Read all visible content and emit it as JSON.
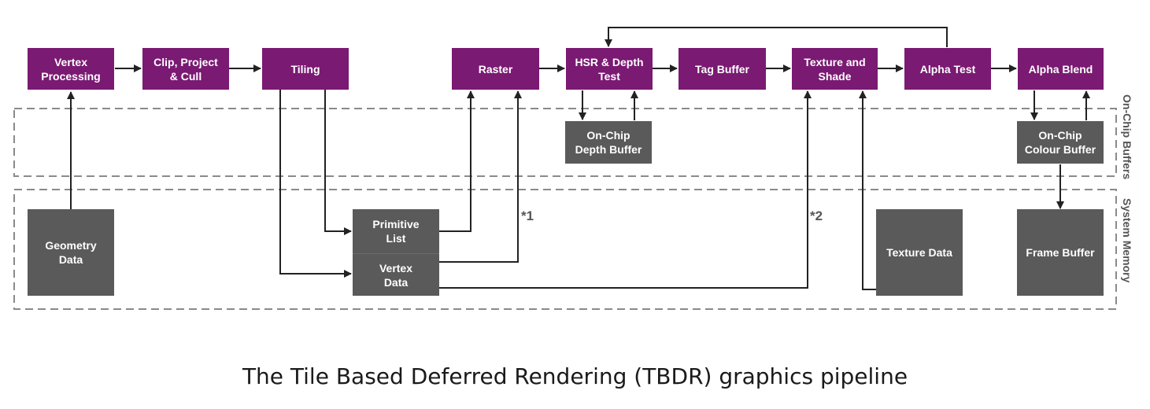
{
  "caption": "The Tile Based Deferred Rendering (TBDR) graphics pipeline",
  "regions": {
    "on_chip": "On-Chip Buffers",
    "system_memory": "System Memory"
  },
  "notes": {
    "note1": "*1",
    "note2": "*2"
  },
  "nodes": {
    "vertex_processing": "Vertex\nProcessing",
    "clip_project_cull": "Clip, Project\n& Cull",
    "tiling": "Tiling",
    "raster": "Raster",
    "hsr_depth_test": "HSR & Depth\nTest",
    "tag_buffer": "Tag Buffer",
    "texture_and_shade": "Texture and\nShade",
    "alpha_test": "Alpha Test",
    "alpha_blend": "Alpha Blend",
    "on_chip_depth_buffer": "On-Chip\nDepth Buffer",
    "on_chip_colour_buffer": "On-Chip\nColour Buffer",
    "geometry_data": "Geometry\nData",
    "primitive_list": "Primitive\nList",
    "vertex_data": "Vertex\nData",
    "texture_data": "Texture Data",
    "frame_buffer": "Frame Buffer"
  },
  "colors": {
    "stage": "#7a1a72",
    "memory": "#5a5a5a",
    "line": "#222222",
    "region": "#8a8a8a"
  }
}
